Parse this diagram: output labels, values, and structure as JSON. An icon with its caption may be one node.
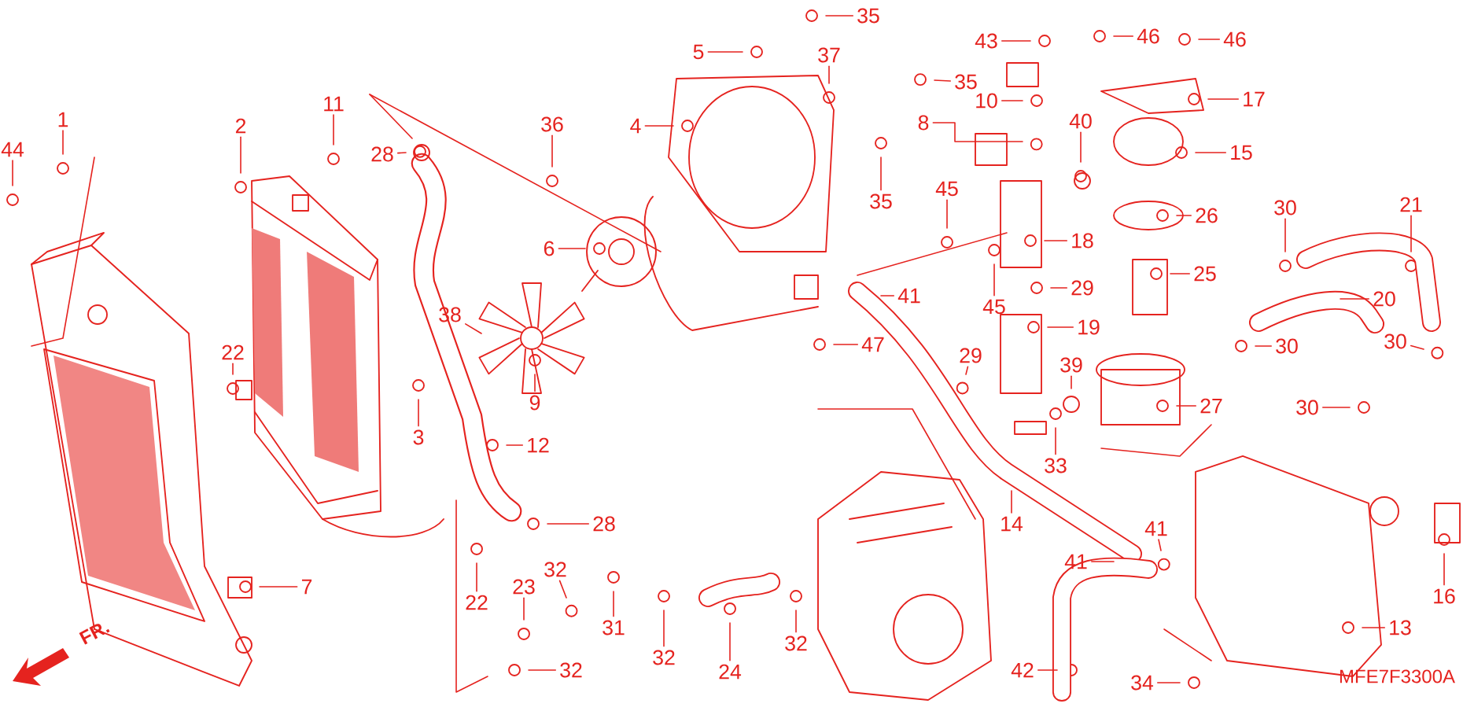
{
  "diagram": {
    "nodes": [
      {
        "text": [
          "44"
        ]
      },
      {
        "text": [
          "1"
        ]
      },
      {
        "text": [
          "2"
        ]
      },
      {
        "text": [
          "11"
        ]
      },
      {
        "text": [
          "28"
        ]
      },
      {
        "text": [
          "36"
        ]
      },
      {
        "text": [
          "4"
        ]
      },
      {
        "text": [
          "5"
        ]
      },
      {
        "text": [
          "35"
        ]
      },
      {
        "text": [
          "37"
        ]
      },
      {
        "text": [
          "35"
        ]
      },
      {
        "text": [
          "35"
        ]
      },
      {
        "text": [
          "6"
        ]
      },
      {
        "text": [
          "38"
        ]
      },
      {
        "text": [
          "9"
        ]
      },
      {
        "text": [
          "22"
        ]
      },
      {
        "text": [
          "3"
        ]
      },
      {
        "text": [
          "12"
        ]
      },
      {
        "text": [
          "28"
        ]
      },
      {
        "text": [
          "22"
        ]
      },
      {
        "text": [
          "7"
        ]
      },
      {
        "text": [
          "23"
        ]
      },
      {
        "text": [
          "32"
        ]
      },
      {
        "text": [
          "31"
        ]
      },
      {
        "text": [
          "32"
        ]
      },
      {
        "text": [
          "32"
        ]
      },
      {
        "text": [
          "24"
        ]
      },
      {
        "text": [
          "32"
        ]
      },
      {
        "text": [
          "43"
        ]
      },
      {
        "text": [
          "46"
        ]
      },
      {
        "text": [
          "46"
        ]
      },
      {
        "text": [
          "17"
        ]
      },
      {
        "text": [
          "8"
        ]
      },
      {
        "text": [
          "10"
        ]
      },
      {
        "text": [
          "40"
        ]
      },
      {
        "text": [
          "15"
        ]
      },
      {
        "text": [
          "26"
        ]
      },
      {
        "text": [
          "18"
        ]
      },
      {
        "text": [
          "45"
        ]
      },
      {
        "text": [
          "25"
        ]
      },
      {
        "text": [
          "29"
        ]
      },
      {
        "text": [
          "45"
        ]
      },
      {
        "text": [
          "41"
        ]
      },
      {
        "text": [
          "47"
        ]
      },
      {
        "text": [
          "19"
        ]
      },
      {
        "text": [
          "30"
        ]
      },
      {
        "text": [
          "21"
        ]
      },
      {
        "text": [
          "20"
        ]
      },
      {
        "text": [
          "30"
        ]
      },
      {
        "text": [
          "30"
        ]
      },
      {
        "text": [
          "29"
        ]
      },
      {
        "text": [
          "39"
        ]
      },
      {
        "text": [
          "27"
        ]
      },
      {
        "text": [
          "30"
        ]
      },
      {
        "text": [
          "33"
        ]
      },
      {
        "text": [
          "14"
        ]
      },
      {
        "text": [
          "41"
        ]
      },
      {
        "text": [
          "41"
        ]
      },
      {
        "text": [
          "16"
        ]
      },
      {
        "text": [
          "13"
        ]
      },
      {
        "text": [
          "42"
        ]
      },
      {
        "text": [
          "34"
        ]
      }
    ],
    "edges": [
      {
        "from": 0,
        "to": null,
        "arrow": "none"
      },
      {
        "from": 1,
        "to": null,
        "arrow": "none"
      },
      {
        "from": 2,
        "to": null,
        "arrow": "none"
      },
      {
        "from": 3,
        "to": null,
        "arrow": "none"
      },
      {
        "from": 4,
        "to": null,
        "arrow": "none"
      },
      {
        "from": 5,
        "to": null,
        "arrow": "none"
      },
      {
        "from": 6,
        "to": null,
        "arrow": "none"
      },
      {
        "from": 7,
        "to": null,
        "arrow": "none"
      },
      {
        "from": 8,
        "to": null,
        "arrow": "none"
      },
      {
        "from": 9,
        "to": null,
        "arrow": "none"
      },
      {
        "from": 10,
        "to": null,
        "arrow": "none"
      },
      {
        "from": 11,
        "to": null,
        "arrow": "none"
      },
      {
        "from": 12,
        "to": null,
        "arrow": "none"
      },
      {
        "from": 13,
        "to": null,
        "arrow": "none"
      },
      {
        "from": 14,
        "to": null,
        "arrow": "none"
      },
      {
        "from": 15,
        "to": null,
        "arrow": "none"
      },
      {
        "from": 16,
        "to": null,
        "arrow": "none"
      },
      {
        "from": 17,
        "to": null,
        "arrow": "none"
      },
      {
        "from": 18,
        "to": null,
        "arrow": "none"
      },
      {
        "from": 19,
        "to": null,
        "arrow": "none"
      },
      {
        "from": 20,
        "to": null,
        "arrow": "none"
      },
      {
        "from": 21,
        "to": null,
        "arrow": "none"
      },
      {
        "from": 22,
        "to": null,
        "arrow": "none"
      },
      {
        "from": 23,
        "to": null,
        "arrow": "none"
      },
      {
        "from": 24,
        "to": null,
        "arrow": "none"
      },
      {
        "from": 25,
        "to": null,
        "arrow": "none"
      },
      {
        "from": 26,
        "to": null,
        "arrow": "none"
      },
      {
        "from": 27,
        "to": null,
        "arrow": "none"
      },
      {
        "from": 28,
        "to": null,
        "arrow": "none"
      },
      {
        "from": 29,
        "to": null,
        "arrow": "none"
      },
      {
        "from": 30,
        "to": null,
        "arrow": "none"
      },
      {
        "from": 31,
        "to": null,
        "arrow": "none"
      },
      {
        "from": 32,
        "to": null,
        "arrow": "none"
      },
      {
        "from": 33,
        "to": null,
        "arrow": "none"
      },
      {
        "from": 34,
        "to": null,
        "arrow": "none"
      },
      {
        "from": 35,
        "to": null,
        "arrow": "none"
      },
      {
        "from": 36,
        "to": null,
        "arrow": "none"
      },
      {
        "from": 37,
        "to": null,
        "arrow": "none"
      },
      {
        "from": 38,
        "to": null,
        "arrow": "none"
      },
      {
        "from": 39,
        "to": null,
        "arrow": "none"
      },
      {
        "from": 40,
        "to": null,
        "arrow": "none"
      },
      {
        "from": 41,
        "to": null,
        "arrow": "none"
      },
      {
        "from": 42,
        "to": null,
        "arrow": "none"
      },
      {
        "from": 43,
        "to": null,
        "arrow": "none"
      },
      {
        "from": 44,
        "to": null,
        "arrow": "none"
      },
      {
        "from": 45,
        "to": null,
        "arrow": "none"
      },
      {
        "from": 46,
        "to": null,
        "arrow": "none"
      },
      {
        "from": 47,
        "to": null,
        "arrow": "none"
      },
      {
        "from": 48,
        "to": null,
        "arrow": "none"
      },
      {
        "from": 49,
        "to": null,
        "arrow": "none"
      },
      {
        "from": 50,
        "to": null,
        "arrow": "none"
      },
      {
        "from": 51,
        "to": null,
        "arrow": "none"
      },
      {
        "from": 52,
        "to": null,
        "arrow": "none"
      },
      {
        "from": 53,
        "to": null,
        "arrow": "none"
      },
      {
        "from": 54,
        "to": null,
        "arrow": "none"
      },
      {
        "from": 55,
        "to": null,
        "arrow": "none"
      },
      {
        "from": 56,
        "to": null,
        "arrow": "none"
      },
      {
        "from": 57,
        "to": null,
        "arrow": "none"
      },
      {
        "from": 58,
        "to": null,
        "arrow": "none"
      },
      {
        "from": 59,
        "to": null,
        "arrow": "none"
      },
      {
        "from": 60,
        "to": null,
        "arrow": "none"
      },
      {
        "from": 61,
        "to": null,
        "arrow": "none"
      }
    ],
    "labels": [
      "FR.",
      "MFE7F3300A"
    ]
  }
}
